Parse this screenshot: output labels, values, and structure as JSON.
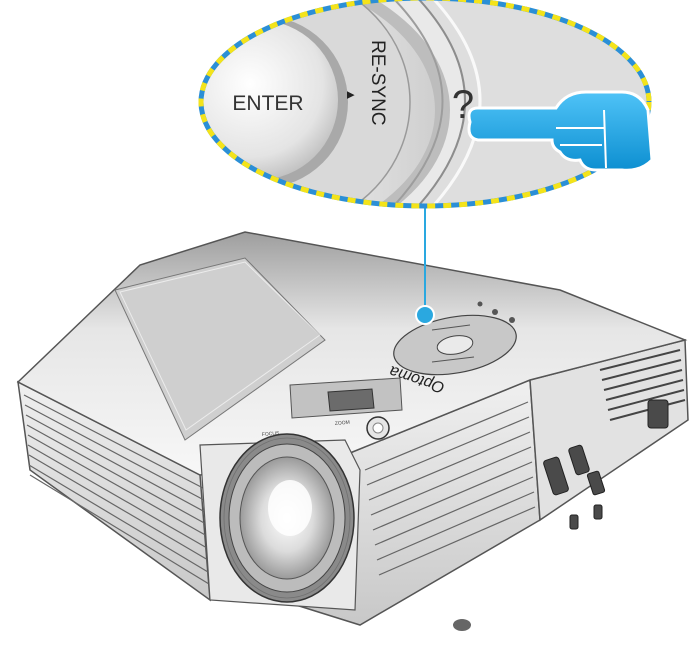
{
  "callout": {
    "enter_label": "ENTER",
    "resync_label": "RE-SYNC",
    "resync_arrow": "▲",
    "help_label": "?"
  },
  "projector": {
    "brand": "Optoma",
    "zoom_label": "ZOOM",
    "focus_label": "FOCUS"
  },
  "colors": {
    "callout_border_yellow": "#f4e31a",
    "callout_border_blue": "#2b8fd6",
    "leader_line": "#2aa8e0",
    "hand_fill": "#1aa6e4",
    "body_light": "#f2f2f2",
    "body_dark": "#7a7a7a"
  },
  "icons": {
    "pointer": "pointing-hand-icon"
  }
}
